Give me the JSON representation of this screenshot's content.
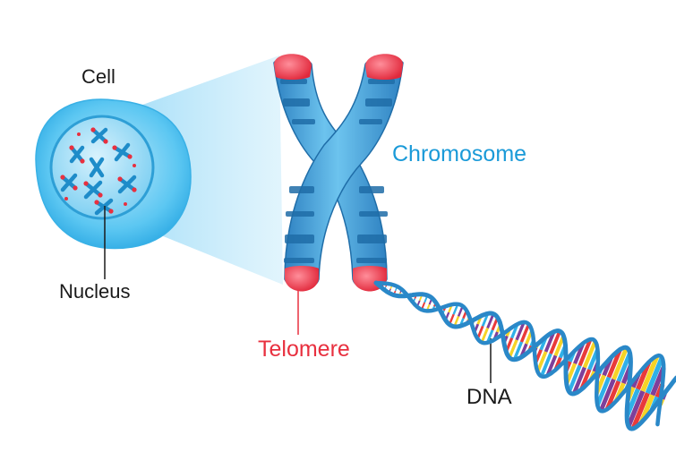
{
  "labels": {
    "cell": "Cell",
    "nucleus": "Nucleus",
    "chromosome": "Chromosome",
    "telomere": "Telomere",
    "dna": "DNA"
  },
  "colors": {
    "cell_body": "#2fb4ea",
    "nucleus": "#3aa6d8",
    "chromosome": "#3c9ad2",
    "chromosome_band": "#1f6da8",
    "telomere": "#ee3447",
    "chromosome_label": "#1a9ad8",
    "telomere_label": "#e8303f",
    "dna_backbone": "#2a88c8",
    "dna_base_colors": [
      "#e93a3a",
      "#f5d327",
      "#2fb0e8",
      "#7f3f9a"
    ]
  }
}
